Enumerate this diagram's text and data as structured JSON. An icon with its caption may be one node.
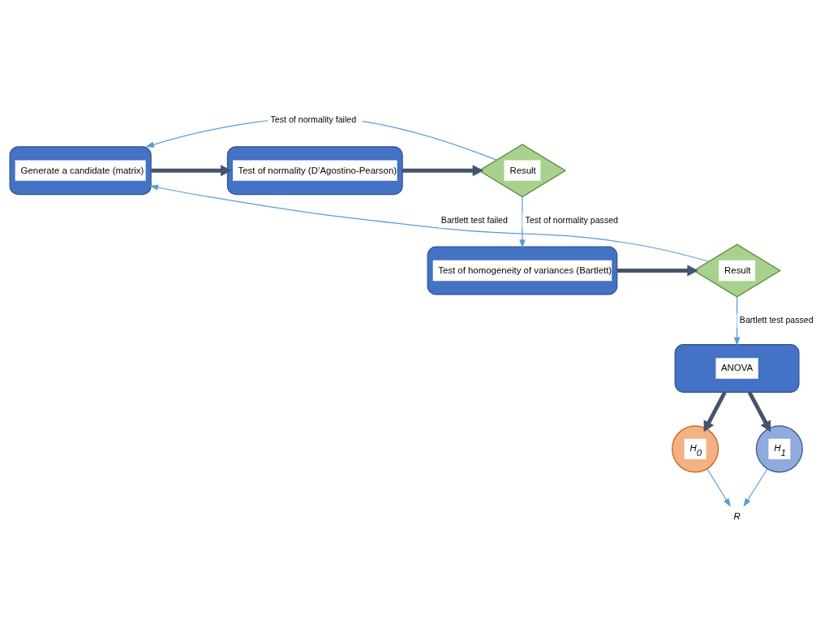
{
  "diagram": {
    "nodes": [
      {
        "text": [
          "Generate a candidate (matrix)"
        ]
      },
      {
        "text": [
          "Test of normality (D’Agostino-Pearson)"
        ]
      },
      {
        "text": [
          "Result"
        ]
      },
      {
        "text": [
          "Test of homogeneity of variances (Bartlett)"
        ]
      },
      {
        "text": [
          "Result"
        ]
      },
      {
        "text": [
          "ANOVA"
        ]
      },
      {
        "text": [
          "H$_{0}$"
        ]
      },
      {
        "text": [
          "H$_{1}$"
        ]
      },
      {
        "text": [
          "R"
        ]
      }
    ],
    "edges": [
      {
        "from": 0,
        "to": 1,
        "arrow": "to",
        "style": "thick",
        "color": "#44546a"
      },
      {
        "from": 1,
        "to": 2,
        "arrow": "to",
        "style": "thick",
        "color": "#44546a"
      },
      {
        "from": 2,
        "to": 0,
        "arrow": "to",
        "label": "Test of normality failed"
      },
      {
        "from": 2,
        "to": 3,
        "arrow": "to",
        "label": "Test of normality passed"
      },
      {
        "from": 3,
        "to": 4,
        "arrow": "to",
        "style": "thick",
        "color": "#44546a"
      },
      {
        "from": 4,
        "to": 0,
        "arrow": "to",
        "label": "Bartlett test failed"
      },
      {
        "from": 4,
        "to": 5,
        "arrow": "to",
        "label": "Bartlett test passed"
      },
      {
        "from": 5,
        "to": 6,
        "arrow": "to",
        "style": "thick",
        "color": "#44546a"
      },
      {
        "from": 5,
        "to": 7,
        "arrow": "to",
        "style": "thick",
        "color": "#44546a"
      },
      {
        "from": 6,
        "to": 8,
        "arrow": "to"
      },
      {
        "from": 7,
        "to": 8,
        "arrow": "to"
      }
    ]
  }
}
